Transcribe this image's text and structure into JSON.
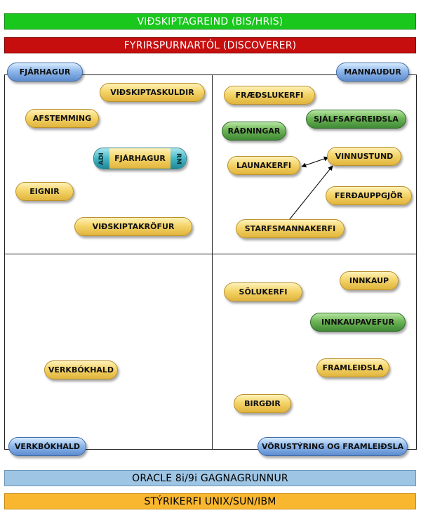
{
  "bars": {
    "top1": "VIÐSKIPTAGREIND (BIS/HRIS)",
    "top2": "FYRIRSPURNARTÓL (DISCOVERER)",
    "bottom1": "ORACLE 8i/9i GAGNAGRUNNUR",
    "bottom2": "STÝRIKERFI UNIX/SUN/IBM"
  },
  "corners": {
    "top_left": "FJÁRHAGUR",
    "top_right": "MANNAUÐUR",
    "bottom_left": "VERKBÓKHALD",
    "bottom_right": "VÖRUSTÝRING OG FRAMLEIÐSLA"
  },
  "finance": {
    "vidskiptaskuldir": "VIÐSKIPTASKULDIR",
    "afstemming": "AFSTEMMING",
    "fjarhagur": "FJÁRHAGUR",
    "adi": "ADI",
    "rm": "RM",
    "eignir": "EIGNIR",
    "vidskiptakrofur": "VIÐSKIPTAKRÖFUR"
  },
  "hr": {
    "fraedslukerfi": "FRÆÐSLUKERFI",
    "sjalfsafgreidsla": "SJÁLFSAFGREIÐSLA",
    "radningar": "RÁÐNINGAR",
    "vinnustund": "VINNUSTUND",
    "launakerfi": "LAUNAKERFI",
    "ferdauppgjor": "FERÐAUPPGJÖR",
    "starfsmannakerfi": "STARFSMANNAKERFI"
  },
  "project": {
    "verkbokhald": "VERKBÓKHALD"
  },
  "supply": {
    "solukerfi": "SÖLUKERFI",
    "innkaup": "INNKAUP",
    "innkaupavefur": "INNKAUPAVEFUR",
    "framleidsla": "FRAMLEIÐSLA",
    "birgdir": "BIRGÐIR"
  },
  "colors": {
    "bi_bar": "#19c71d",
    "discoverer_bar": "#c60e0e",
    "oracle_bar": "#9fc5e4",
    "os_bar": "#f9b62f",
    "module_gold": "#f4d56a",
    "module_green": "#6db556",
    "corner_blue": "#8fb8ea",
    "module_teal": "#45b7c6"
  }
}
